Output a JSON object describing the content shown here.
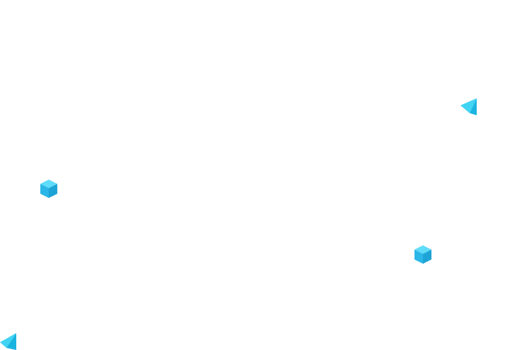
{
  "background_color": "#ffffff",
  "shapes": [
    {
      "kind": "cube",
      "icon": "cube-icon",
      "colors": {
        "top": "#5fdcfa",
        "left": "#2ab6e6",
        "right": "#1ea3d6"
      }
    },
    {
      "kind": "cube",
      "icon": "cube-icon",
      "colors": {
        "top": "#5fdcfa",
        "left": "#2ab6e6",
        "right": "#1ea3d6"
      }
    },
    {
      "kind": "pyramid",
      "icon": "pyramid-icon",
      "colors": {
        "light": "#3fd4f4",
        "dark": "#1ab4e0"
      }
    },
    {
      "kind": "pyramid",
      "icon": "pyramid-icon",
      "colors": {
        "light": "#3fd4f4",
        "dark": "#1ab4e0"
      }
    }
  ]
}
